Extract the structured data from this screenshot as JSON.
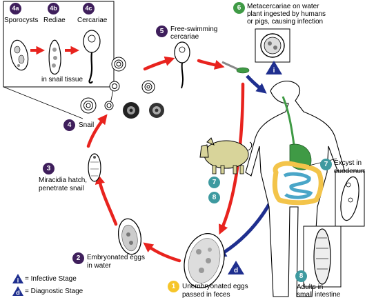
{
  "stages": {
    "s4a": {
      "num": "4a",
      "label": "Sporocysts"
    },
    "s4b": {
      "num": "4b",
      "label": "Rediae"
    },
    "s4c": {
      "num": "4c",
      "label": "Cercariae"
    },
    "s4_tissue": "in snail tissue",
    "s4": {
      "num": "4",
      "label": "Snail"
    },
    "s5": {
      "num": "5",
      "line1": "Free-swimming",
      "line2": "cercariae"
    },
    "s6": {
      "num": "6",
      "line1": "Metacercariae on water",
      "line2": "plant ingested by humans",
      "line3": "or pigs, causing infection"
    },
    "s7": {
      "num": "7",
      "line1": "Excyst in",
      "line2": "duodenum"
    },
    "s7_pig": "7",
    "s8": {
      "num": "8",
      "line1": "Adults in",
      "line2": "small intestine"
    },
    "s8_pig": "8",
    "s1": {
      "num": "1",
      "line1": "Unembryonated eggs",
      "line2": "passed in feces"
    },
    "s2": {
      "num": "2",
      "line1": "Embryonated eggs",
      "line2": "in water"
    },
    "s3": {
      "num": "3",
      "line1": "Miracidia hatch,",
      "line2": "penetrate snail"
    }
  },
  "markers": {
    "infective": "i",
    "diagnostic": "d"
  },
  "legend": {
    "infective": {
      "icon": "i",
      "text": "= Infective Stage"
    },
    "diagnostic": {
      "icon": "d",
      "text": "= Diagnostic Stage"
    }
  },
  "colors": {
    "purple": "#3f1f5c",
    "teal": "#3e9aa0",
    "green": "#3f9a45",
    "yellow": "#f6c52a",
    "red_arrow": "#e8231e",
    "blue_arrow": "#1f2f8f",
    "marker_blue": "#1f2f8f",
    "pig": "#d8d49a",
    "intestine_yellow": "#f3c44a",
    "intestine_blue": "#4aa6c8",
    "stomach_green": "#3f9a45"
  }
}
